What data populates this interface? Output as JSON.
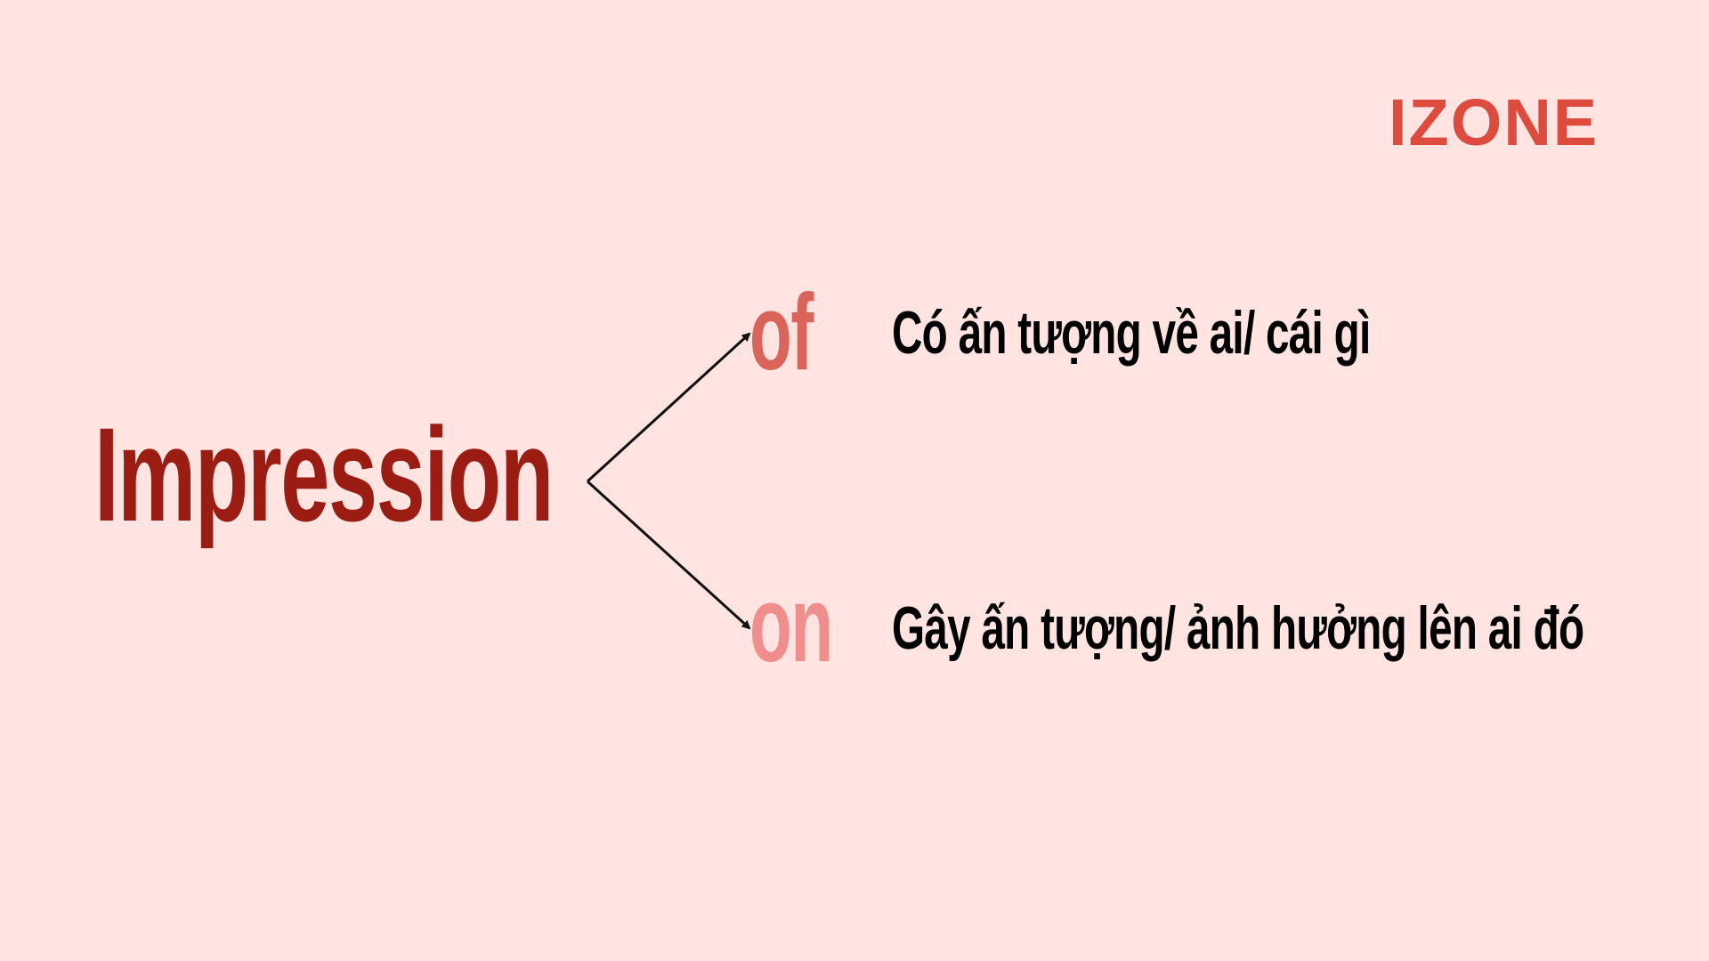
{
  "brand": {
    "logo_text": "IZONE",
    "color": "#DD4A3E"
  },
  "diagram": {
    "root": "Impression",
    "branches": [
      {
        "preposition": "of",
        "meaning": "Có ấn tượng về ai/ cái gì",
        "color": "#D9645A"
      },
      {
        "preposition": "on",
        "meaning": "Gây ấn tượng/ ảnh hưởng lên ai đó",
        "color": "#EF8E8D"
      }
    ]
  },
  "colors": {
    "background": "#FFE4E1",
    "root_text": "#9A1C12",
    "meaning_text": "#000000",
    "arrow": "#111111"
  }
}
